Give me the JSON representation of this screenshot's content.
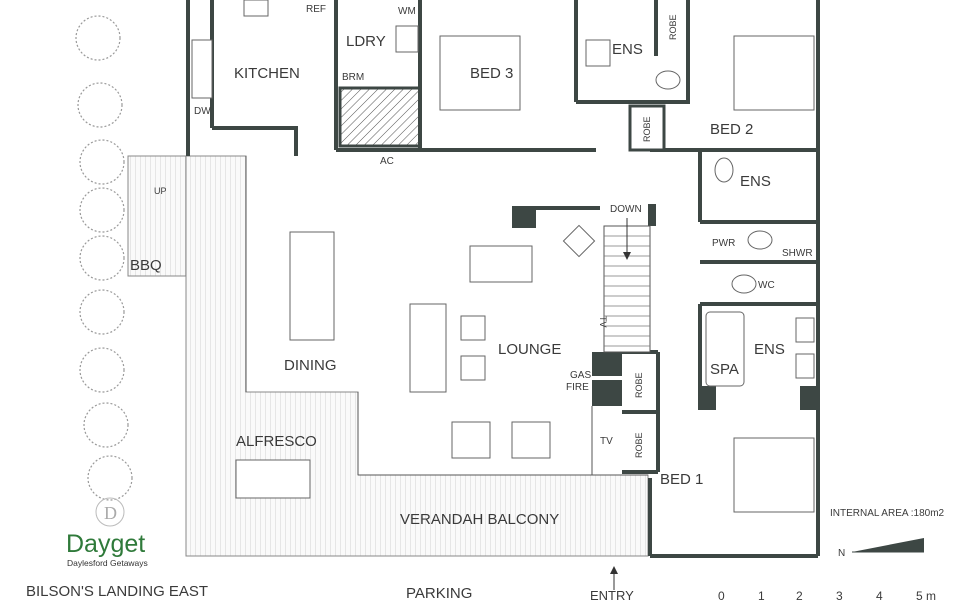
{
  "rooms": {
    "ref": "REF",
    "ldry": "LDRY",
    "wm": "WM",
    "bed3": "BED 3",
    "ens_top": "ENS",
    "robe_top": "ROBE",
    "kitchen": "KITCHEN",
    "brm": "BRM",
    "dw": "DW",
    "ac": "AC",
    "robe_mid": "ROBE",
    "bed2": "BED 2",
    "ens_mid": "ENS",
    "up": "UP",
    "bbq": "BBQ",
    "down": "DOWN",
    "pwr": "PWR",
    "shwr": "SHWR",
    "wc": "WC",
    "tv_stair": "TV",
    "lounge": "LOUNGE",
    "dining": "DINING",
    "gas_fire": [
      "GAS",
      "FIRE"
    ],
    "robe_a": "ROBE",
    "robe_b": "ROBE",
    "spa": "SPA",
    "ens_low": "ENS",
    "tv_low": "TV",
    "alfresco": "ALFRESCO",
    "bed1": "BED 1",
    "verandah": "VERANDAH BALCONY"
  },
  "brand": {
    "name": "Dayget",
    "tagline": "Daylesford Getaways",
    "color": "#2f7a3a"
  },
  "property_name": "BILSON'S LANDING EAST",
  "internal_area": "INTERNAL AREA :180m2",
  "parking": "PARKING",
  "entry": "ENTRY",
  "north": "N",
  "scale_labels": [
    "0",
    "1",
    "2",
    "3",
    "4",
    "5 m"
  ]
}
